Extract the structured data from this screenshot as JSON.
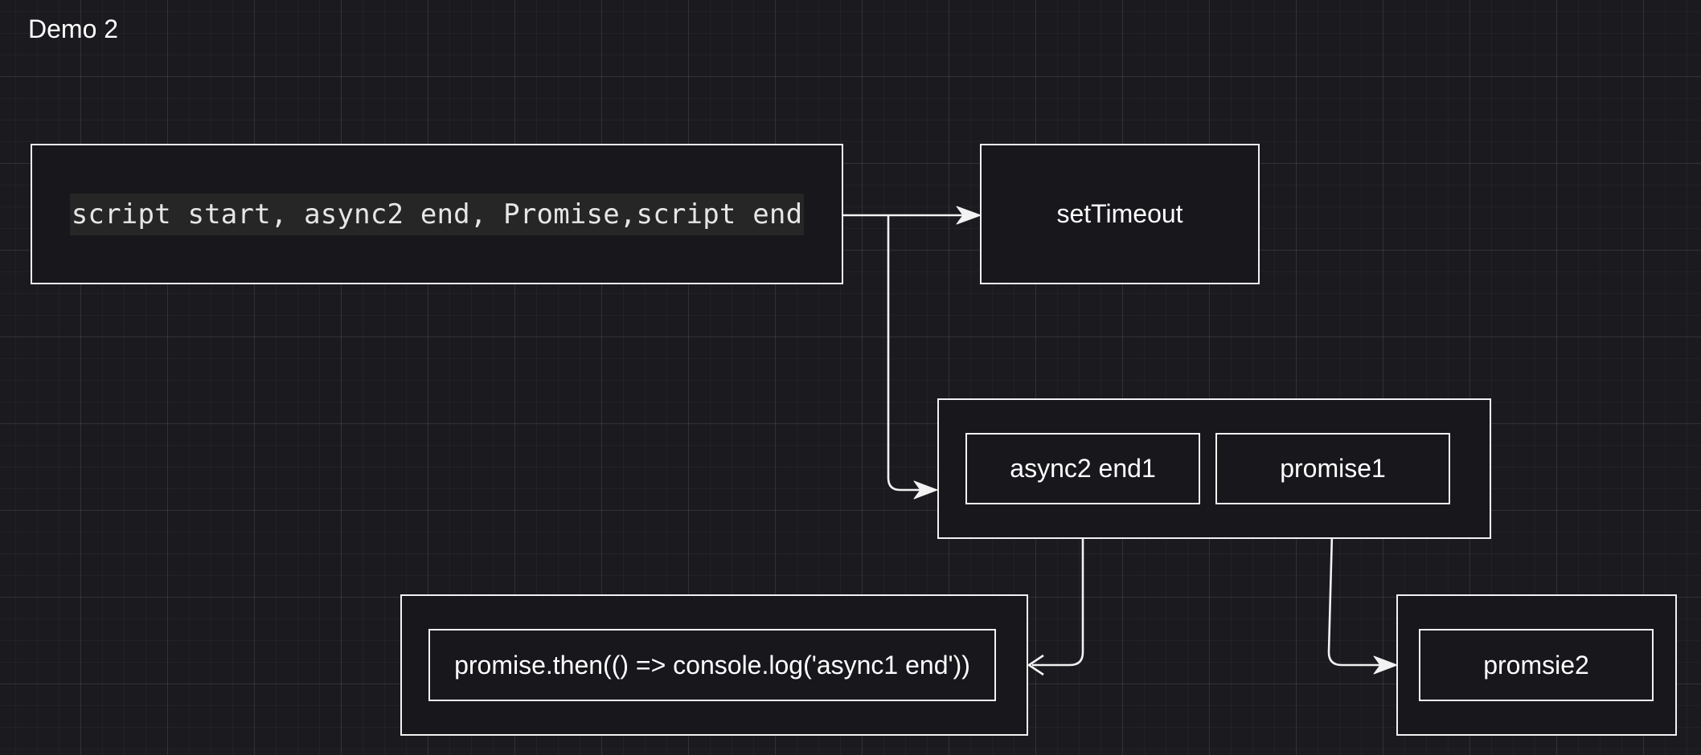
{
  "title": "Demo 2",
  "nodes": {
    "sync_output": {
      "label": "script start, async2 end, Promise,script end"
    },
    "set_timeout": {
      "label": "setTimeout"
    },
    "microtask_group": {
      "label": ""
    },
    "async2_end1": {
      "label": "async2 end1"
    },
    "promise1": {
      "label": "promise1"
    },
    "then_group": {
      "label": ""
    },
    "promise_then": {
      "label": "promise.then(() => console.log('async1 end'))"
    },
    "promsie2_group": {
      "label": ""
    },
    "promsie2": {
      "label": "promsie2"
    }
  },
  "edges": [
    {
      "from": "sync_output",
      "to": "set_timeout",
      "label": ""
    },
    {
      "from": "sync_output",
      "to": "microtask_group",
      "label": ""
    },
    {
      "from": "async2_end1",
      "to": "promise_then",
      "label": ""
    },
    {
      "from": "promise1",
      "to": "promsie2_group",
      "label": ""
    }
  ],
  "colors": {
    "background": "#1b1a1f",
    "stroke": "#f2f2f2",
    "text": "#ffffff"
  }
}
